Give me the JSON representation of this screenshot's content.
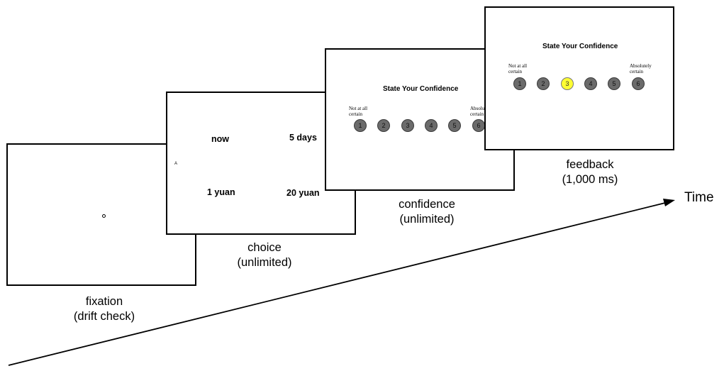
{
  "panels": {
    "fixation": {
      "caption": [
        "fixation",
        "(drift check)"
      ]
    },
    "choice": {
      "caption": [
        "choice",
        "(unlimited)"
      ],
      "marker": "A",
      "options": {
        "top_left": "now",
        "top_right": "5 days",
        "bottom_left": "1 yuan",
        "bottom_right": "20 yuan"
      }
    },
    "confidence": {
      "caption": [
        "confidence",
        "(unlimited)"
      ],
      "title": "State Your Confidence",
      "low_label": "Not at all certain",
      "high_label": "Absolutely certain",
      "scale": [
        "1",
        "2",
        "3",
        "4",
        "5",
        "6"
      ]
    },
    "feedback": {
      "caption": [
        "feedback",
        "(1,000 ms)"
      ],
      "title": "State Your Confidence",
      "low_label": "Not at all certain",
      "high_label": "Absolutely certain",
      "scale": [
        "1",
        "2",
        "3",
        "4",
        "5",
        "6"
      ],
      "selected": "3",
      "highlight_color": "#ffff33"
    }
  },
  "time_axis": {
    "label": "Time",
    "color": "#000000"
  }
}
